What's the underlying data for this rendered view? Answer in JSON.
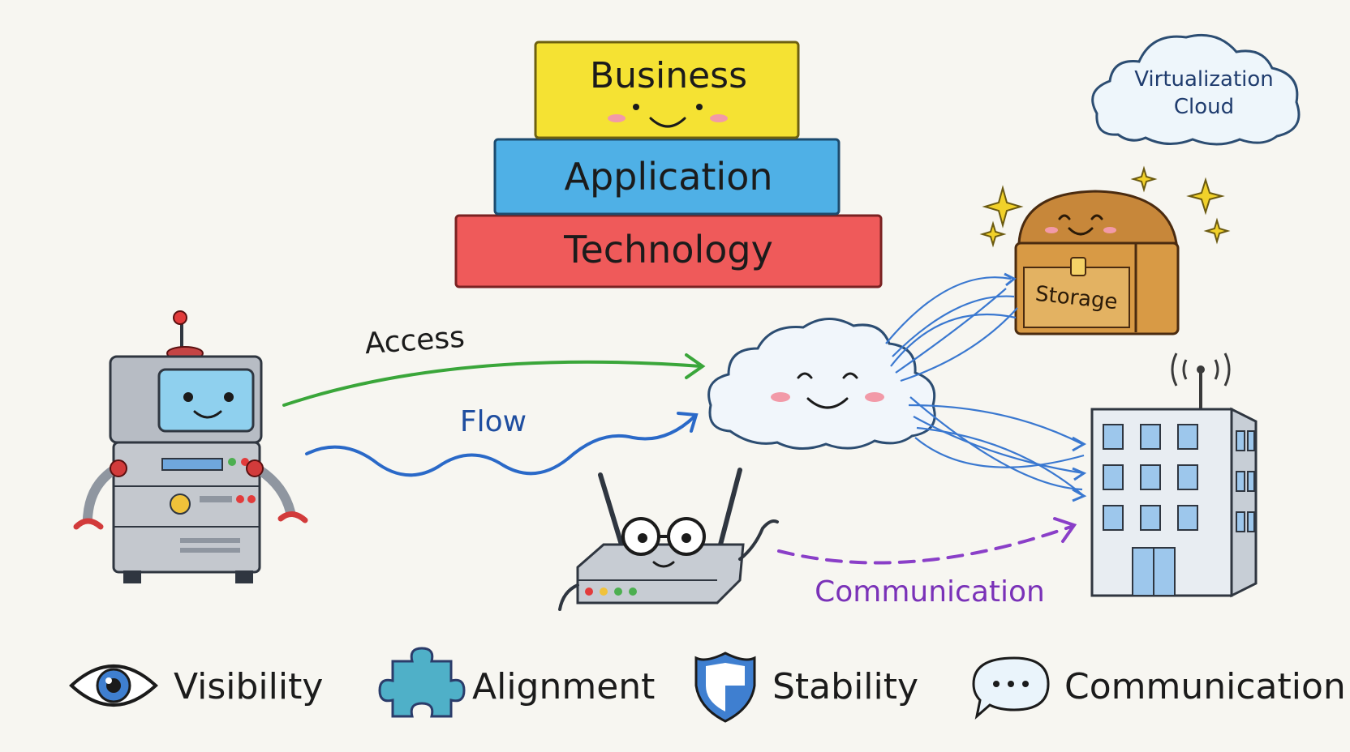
{
  "layers": {
    "business": "Business",
    "application": "Application",
    "technology": "Technology"
  },
  "cloud_top": {
    "line1": "Virtualization",
    "line2": "Cloud"
  },
  "storage": {
    "label": "Storage"
  },
  "arrows": {
    "access": "Access",
    "flow": "Flow",
    "communication": "Communication"
  },
  "legend": {
    "visibility": "Visibility",
    "alignment": "Alignment",
    "stability": "Stability",
    "communication": "Communication"
  },
  "colors": {
    "business": "#f5e233",
    "application": "#4fb0e6",
    "technology": "#ef5a5a",
    "access_arrow": "#3aa63a",
    "flow_arrow": "#2a69c8",
    "comm_arrow": "#8a3fc8",
    "web_lines": "#3a78d0"
  },
  "icons": [
    "robot-server-icon",
    "smiling-cloud-icon",
    "treasure-chest-icon",
    "office-building-icon",
    "router-icon",
    "eye-icon",
    "puzzle-icon",
    "shield-icon",
    "speech-bubble-icon",
    "sparkle-icon"
  ]
}
